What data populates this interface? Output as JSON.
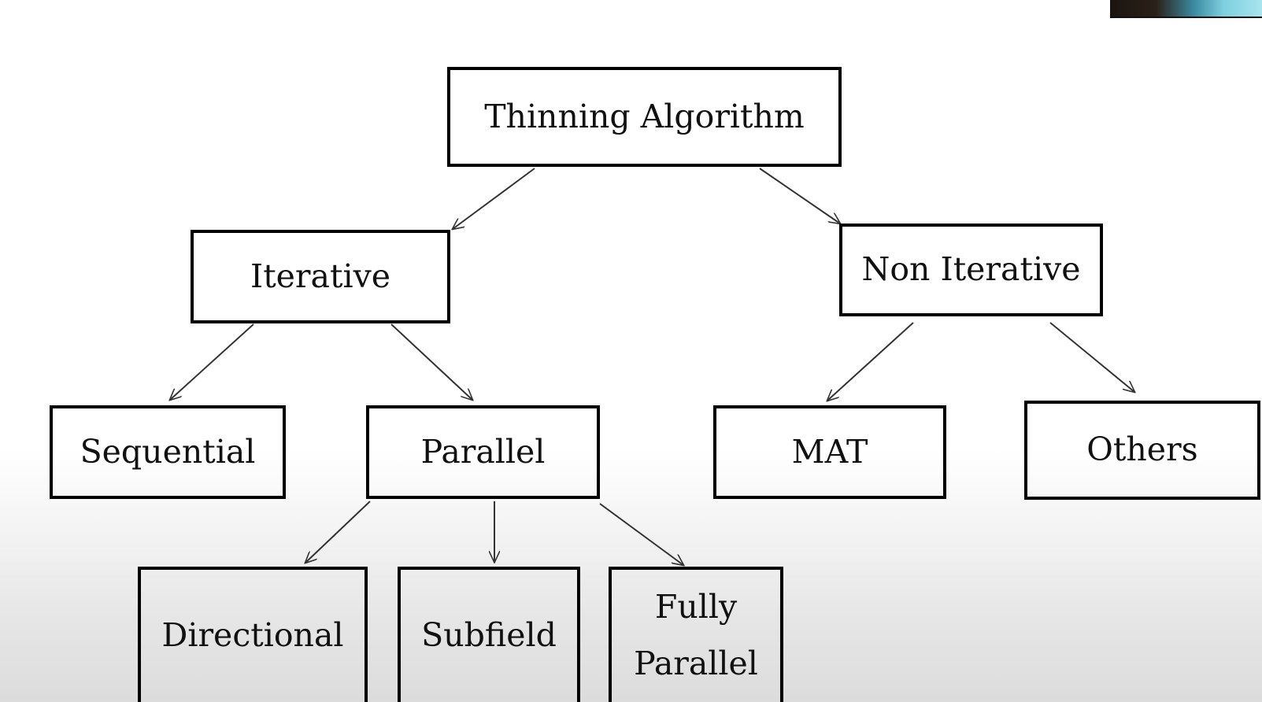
{
  "diagram": {
    "nodes": {
      "root": "Thinning Algorithm",
      "iterative": "Iterative",
      "non_iterative": "Non Iterative",
      "sequential": "Sequential",
      "parallel": "Parallel",
      "mat": "MAT",
      "others": "Others",
      "directional": "Directional",
      "subfield": "Subfield",
      "fully_parallel_line1": "Fully",
      "fully_parallel_line2": "Parallel"
    },
    "edges": [
      [
        "root",
        "iterative"
      ],
      [
        "root",
        "non_iterative"
      ],
      [
        "iterative",
        "sequential"
      ],
      [
        "iterative",
        "parallel"
      ],
      [
        "non_iterative",
        "mat"
      ],
      [
        "non_iterative",
        "others"
      ],
      [
        "parallel",
        "directional"
      ],
      [
        "parallel",
        "subfield"
      ],
      [
        "parallel",
        "fully_parallel"
      ]
    ],
    "colors": {
      "stroke": "#000000",
      "text": "#111111"
    }
  }
}
